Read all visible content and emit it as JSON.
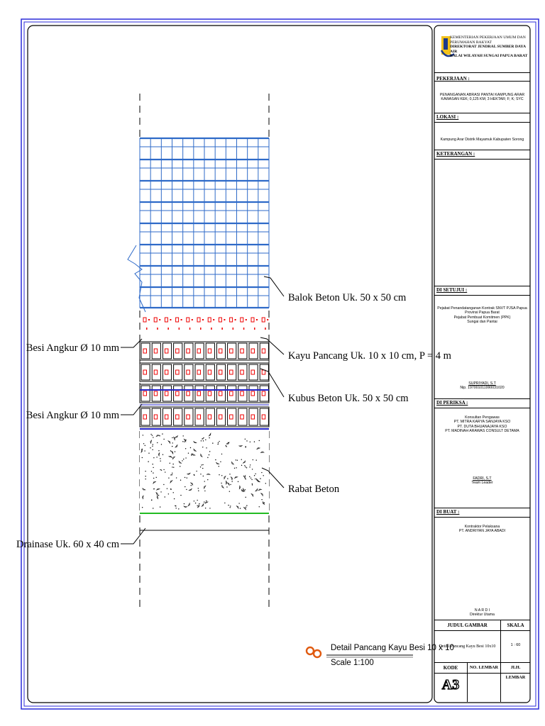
{
  "drawing": {
    "labels": {
      "balok_beton": "Balok Beton Uk. 50 x 50 cm",
      "kayu_pancang": "Kayu Pancang Uk. 10 x 10 cm, P = 4 m",
      "kubus_beton": "Kubus Beton Uk. 50 x 50 cm",
      "rabat_beton": "Rabat Beton",
      "besi_angkur_1": "Besi Angkur Ø 10 mm",
      "besi_angkur_2": "Besi Angkur Ø 10 mm",
      "drainase": "Drainase Uk. 60 x 40 cm"
    },
    "caption": {
      "title": "Detail Pancang Kayu Besi 10 x 10",
      "scale": "Scale 1:100"
    }
  },
  "title_block": {
    "institution_line1": "KEMENTERIAN PEKERJAAN UMUM DAN",
    "institution_line2": "PERUMAHAN RAKYAT",
    "directorate_line1": "DIREKTORAT JENDRAL SUMBER DAYA AIR",
    "directorate_line2": "BALAI WILAYAH SUNGAI PAPUA BARAT",
    "pekerjaan_label": "PEKERJAAN :",
    "pekerjaan_line1": "PENANGANAN ABRASI PANTAI KAMPUNG ARAR",
    "pekerjaan_line2": "KAWASAN KEK; 0,125 KM; 3 HEKTAR; F; K; SYC",
    "lokasi_label": "LOKASI :",
    "lokasi_value": "Kampung Arar Distrik Mayamuk Kabupaten Sorong",
    "keterangan_label": "KETERANGAN :",
    "disetujui_label": "DI SETUJUI :",
    "disetujui_line1": "Pejabat Penandatanganan Kontrak SNVT PJSA Papua",
    "disetujui_line2": "Provinsi Papua Barat",
    "disetujui_line3": "Pejabat Pembuat Komitmen (PPK)",
    "disetujui_line4": "Sungai dan Pantai",
    "disetujui_name": "SUPRIYADI, S.T",
    "disetujui_nip": "Nip. 197001011990031020",
    "diperiksa_label": "DI PERIKSA :",
    "diperiksa_line1": "Konsultan Pengawas",
    "diperiksa_line2": "PT. MITRA KARYA SANJAYA KSO",
    "diperiksa_line3": "PT. DUTA BHUANAJAYA KSO",
    "diperiksa_line4": "PT. MADINAH ARAWAS CONSULT DETAMA",
    "diperiksa_name": "FADRI, S.T",
    "diperiksa_role": "Team Leader",
    "dibuat_label": "DI BUAT :",
    "dibuat_line1": "Kontraktor Pelaksana",
    "dibuat_line2": "PT. ANDRIYAN JAYA ABADI",
    "dibuat_name": "N A R D I",
    "dibuat_role": "Direktur Utama",
    "judul_gambar_label": "JUDUL GAMBAR",
    "skala_label": "SKALA",
    "judul_gambar_value": "Detail Pancang Kayu Besi 10x10",
    "skala_value": "1 : 60",
    "kode_label": "KODE",
    "no_lembar_label": "NO. LEMBAR",
    "jlh_lembar_label": "JLH. LEMBAR",
    "sheet_size": "A3"
  }
}
